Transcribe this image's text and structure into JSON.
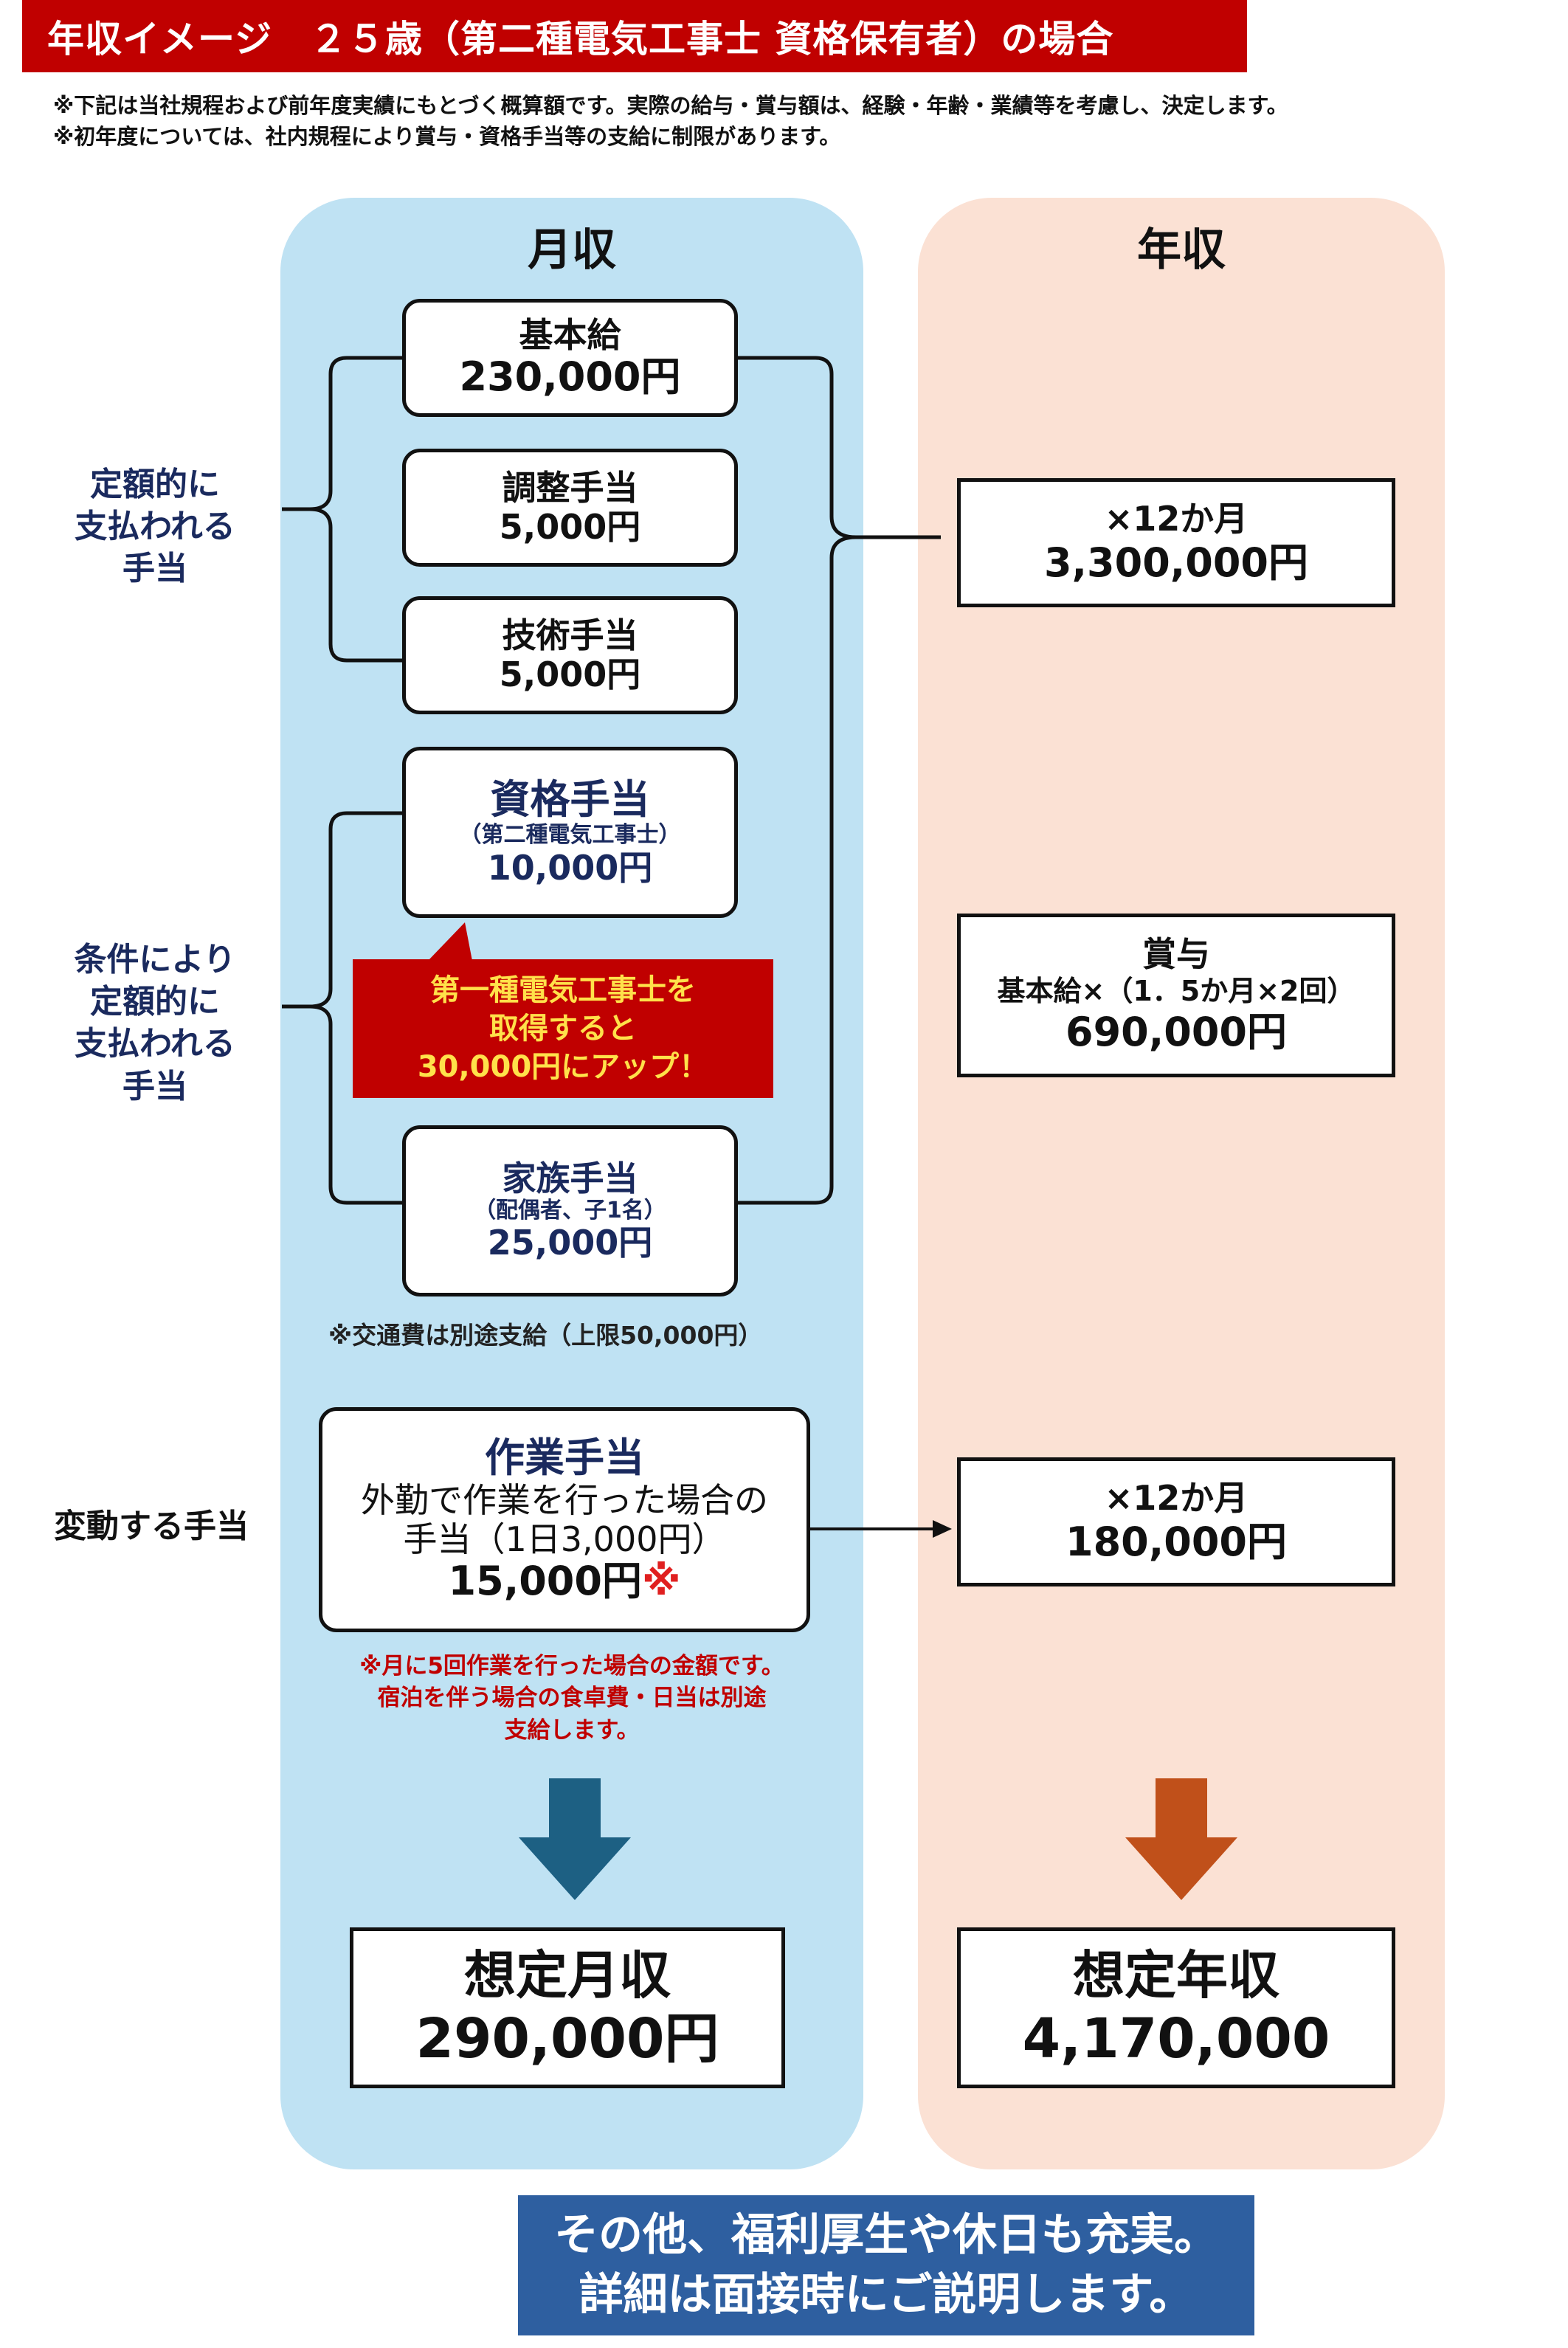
{
  "header": {
    "title": "年収イメージ　２５歳（第二種電気工事士 資格保有者）の場合",
    "note1": "※下記は当社規程および前年度実績にもとづく概算額です。実際の給与・賞与額は、経験・年齢・業績等を考慮し、決定します。",
    "note2": "※初年度については、社内規程により賞与・資格手当等の支給に制限があります。"
  },
  "columns": {
    "monthly_heading": "月収",
    "annual_heading": "年収"
  },
  "side_labels": {
    "fixed": [
      "定額的に",
      "支払われる",
      "手当"
    ],
    "conditional": [
      "条件により",
      "定額的に",
      "支払われる",
      "手当"
    ],
    "variable": "変動する手当"
  },
  "monthly": {
    "base_salary": {
      "label": "基本給",
      "amount": "230,000円"
    },
    "adjustment": {
      "label": "調整手当",
      "amount": "5,000円"
    },
    "technical": {
      "label": "技術手当",
      "amount": "5,000円"
    },
    "qualification": {
      "label": "資格手当",
      "sub": "（第二種電気工事士）",
      "amount": "10,000円"
    },
    "callout": [
      "第一種電気工事士を",
      "取得すると",
      "30,000円にアップ！"
    ],
    "family": {
      "label": "家族手当",
      "sub": "（配偶者、子1名）",
      "amount": "25,000円"
    },
    "transport_note": "※交通費は別途支給（上限50,000円）",
    "work": {
      "label": "作業手当",
      "desc1": "外勤で作業を行った場合の",
      "desc2": "手当（1日3,000円）",
      "amount": "15,000円",
      "mark": "※"
    },
    "work_notes": [
      "※月に5回作業を行った場合の金額です。",
      "宿泊を伴う場合の食卓費・日当は別途",
      "支給します。"
    ],
    "total": {
      "label": "想定月収",
      "amount": "290,000円"
    }
  },
  "annual": {
    "fixed_annual": {
      "label": "×12か月",
      "amount": "3,300,000円"
    },
    "bonus": {
      "label": "賞与",
      "sub": "基本給×（1．5か月×2回）",
      "amount": "690,000円"
    },
    "work_annual": {
      "label": "×12か月",
      "amount": "180,000円"
    },
    "total": {
      "label": "想定年収",
      "amount": "4,170,000"
    }
  },
  "footer": [
    "その他、福利厚生や休日も充実。",
    "詳細は面接時にご説明します。"
  ],
  "colors": {
    "banner_red": "#c00000",
    "monthly_bg": "#bfe2f3",
    "annual_bg": "#fbe1d4",
    "navy_text": "#1a2a5e",
    "monthly_arrow": "#1d6083",
    "annual_arrow": "#c0501a",
    "footer_blue": "#2e5fa0",
    "callout_text": "#ffe14a"
  }
}
